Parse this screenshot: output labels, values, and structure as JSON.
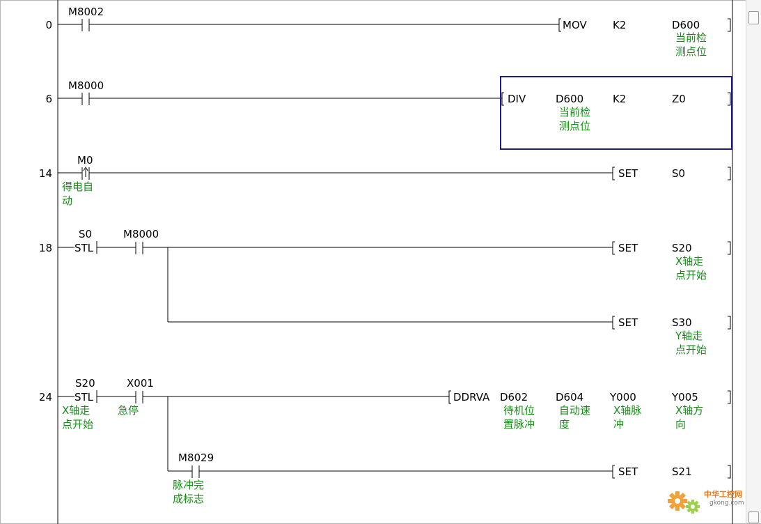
{
  "rungs": [
    {
      "step": "0",
      "contact": "M8002",
      "instr": [
        "MOV",
        "K2",
        "D600"
      ],
      "comment": "当前检\n测点位"
    },
    {
      "step": "6",
      "contact": "M8000",
      "instr": [
        "DIV",
        "D600",
        "K2",
        "Z0"
      ],
      "comment": "当前检\n测点位"
    },
    {
      "step": "14",
      "contact": "M0",
      "contact_comment": "得电自\n动",
      "instr": [
        "SET",
        "S0"
      ]
    },
    {
      "step": "18",
      "stl": "S0",
      "stl_label": "STL",
      "contact": "M8000",
      "outputs": [
        {
          "instr": [
            "SET",
            "S20"
          ],
          "comment": "X轴走\n点开始"
        },
        {
          "instr": [
            "SET",
            "S30"
          ],
          "comment": "Y轴走\n点开始"
        }
      ]
    },
    {
      "step": "24",
      "stl": "S20",
      "stl_label": "STL",
      "stl_comment": "X轴走\n点开始",
      "contact": "X001",
      "contact_comment": "急停",
      "instr": [
        "DDRVA",
        "D602",
        "D604",
        "Y000",
        "Y005"
      ],
      "instr_comments": [
        "待机位\n置脉冲",
        "自动速\n度",
        "X轴脉\n冲",
        "X轴方\n向"
      ],
      "branch": {
        "contact": "M8029",
        "contact_comment": "脉冲完\n成标志",
        "instr": [
          "SET",
          "S21"
        ]
      }
    }
  ],
  "watermark": {
    "text": "中华工控网",
    "url": "gkong.com"
  },
  "colors": {
    "comment": "#1a8a1a",
    "selection": "#1a1a8c",
    "line": "#000000"
  }
}
